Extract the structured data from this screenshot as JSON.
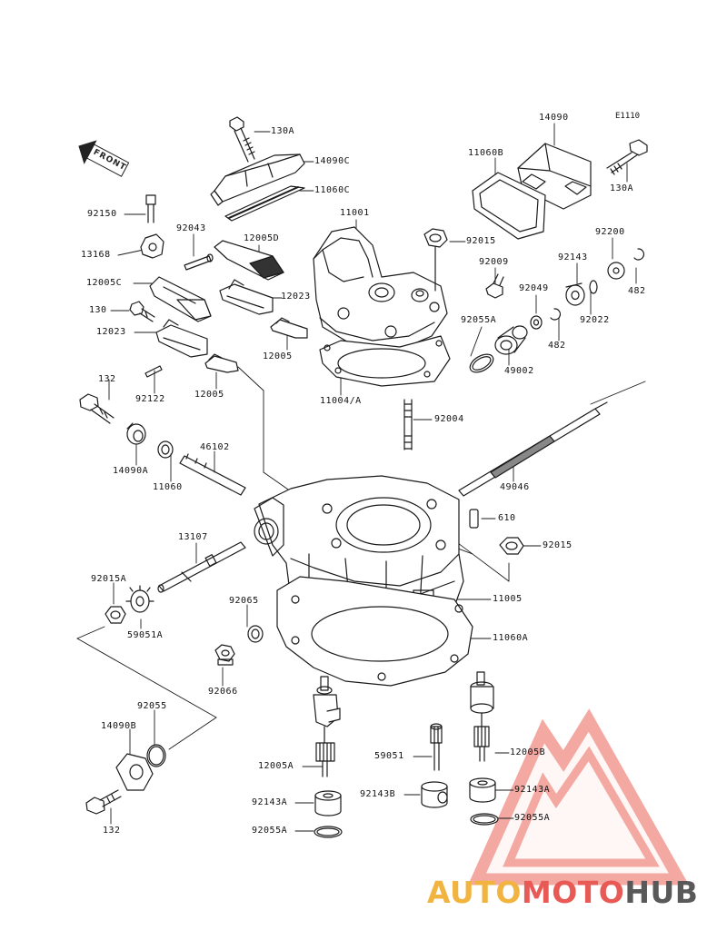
{
  "diagram_code": "E1110",
  "front_label": "FRONT",
  "watermark": {
    "part1": "AUTO",
    "part2": "MOTO",
    "part3": "HUB"
  },
  "labels": {
    "l_130A_top": "130A",
    "l_14090C": "14090C",
    "l_11060C": "11060C",
    "l_14090": "14090",
    "l_11060B": "11060B",
    "l_130A_right": "130A",
    "l_92150": "92150",
    "l_92043": "92043",
    "l_12005D": "12005D",
    "l_11001": "11001",
    "l_13168": "13168",
    "l_92015_top": "92015",
    "l_92200": "92200",
    "l_92009": "92009",
    "l_92143_top": "92143",
    "l_12005C": "12005C",
    "l_12023_right": "12023",
    "l_92049": "92049",
    "l_482_right": "482",
    "l_130": "130",
    "l_92022": "92022",
    "l_12023_left": "12023",
    "l_92055A_top": "92055A",
    "l_12005_mid": "12005",
    "l_482_low": "482",
    "l_49002": "49002",
    "l_11004A": "11004/A",
    "l_92122": "92122",
    "l_12005_low": "12005",
    "l_132_top": "132",
    "l_92004": "92004",
    "l_46102": "46102",
    "l_14090A": "14090A",
    "l_11060": "11060",
    "l_49046": "49046",
    "l_610": "610",
    "l_13107": "13107",
    "l_92015_mid": "92015",
    "l_92015A": "92015A",
    "l_92065": "92065",
    "l_11005": "11005",
    "l_59051A": "59051A",
    "l_11060A": "11060A",
    "l_92066": "92066",
    "l_92055_left": "92055",
    "l_14090B": "14090B",
    "l_12005A": "12005A",
    "l_59051": "59051",
    "l_12005B": "12005B",
    "l_92143B": "92143B",
    "l_92143A_left": "92143A",
    "l_92143A_right": "92143A",
    "l_92055A_left": "92055A",
    "l_92055A_right": "92055A",
    "l_132_bottom": "132"
  }
}
